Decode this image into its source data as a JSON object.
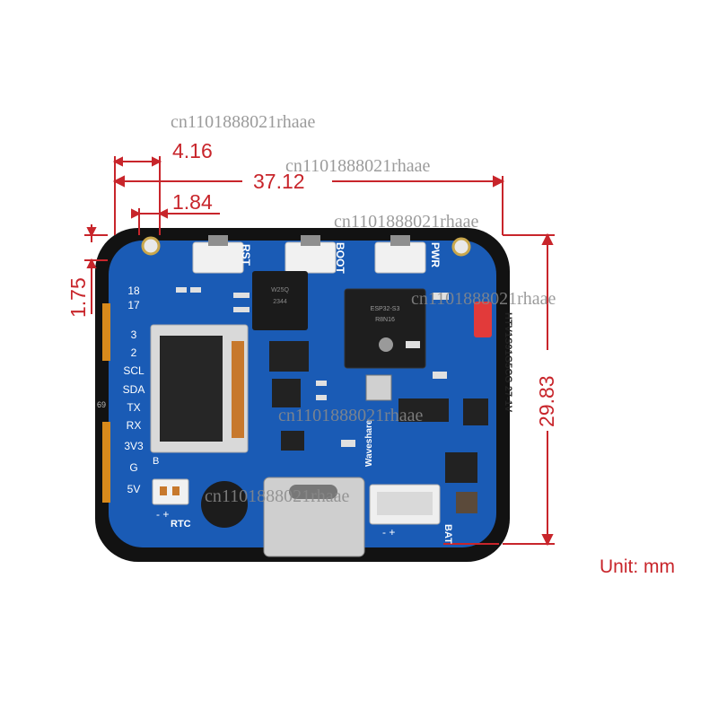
{
  "dimensions": {
    "offset_a": "4.16",
    "width": "37.12",
    "offset_b": "1.84",
    "offset_c": "1.75",
    "height": "29.83"
  },
  "unit_label": "Unit: mm",
  "watermark": "cn1101888021rhaae",
  "board": {
    "button_labels": {
      "rst": "RST",
      "boot": "BOOT",
      "pwr": "PWR"
    },
    "pin_labels": [
      "18",
      "17",
      "3",
      "2",
      "SCL",
      "SDA",
      "TX",
      "RX",
      "3V3",
      "G",
      "5V"
    ],
    "rtc_label": "RTC",
    "rtc_polarity": "- +",
    "bat_label": "BAT",
    "bat_polarity": "- +",
    "brand": "Waveshare",
    "model_text": "HTV1S91G5CG 27-1V",
    "side_mark": "69",
    "fpc_mark": "B",
    "colors": {
      "pcb": "#1a5bb5",
      "bezel": "#111111",
      "dimension": "#c8252b"
    }
  }
}
